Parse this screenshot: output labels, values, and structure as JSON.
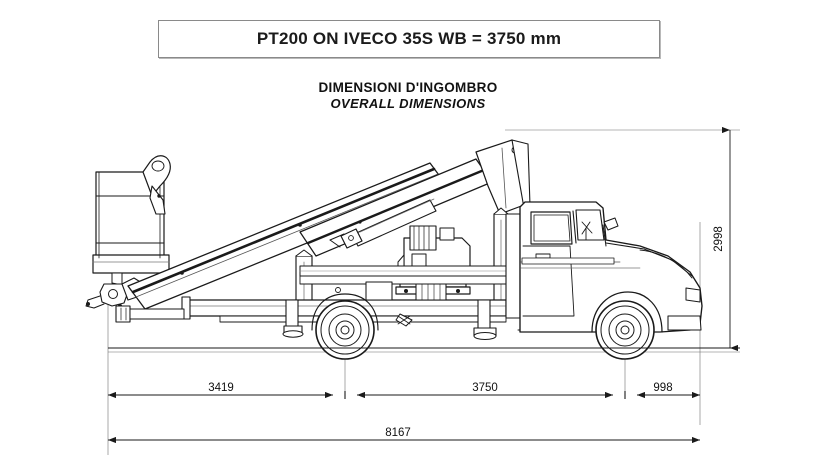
{
  "document": {
    "title": "PT200 ON IVECO 35S WB = 3750 mm",
    "subtitle_it": "DIMENSIONI D'INGOMBRO",
    "subtitle_en": "OVERALL DIMENSIONS",
    "background_color": "#ffffff",
    "line_color": "#1a1a1a"
  },
  "drawing": {
    "view": "side elevation",
    "subject": "aerial platform truck (PT200) mounted on Iveco 35S chassis",
    "components": [
      "work basket",
      "telescopic boom",
      "boom pivot turret",
      "chassis frame",
      "outrigger stabilizers",
      "rear wheel",
      "front wheel",
      "cab",
      "ground line"
    ]
  },
  "dimensions": {
    "unit": "mm",
    "horizontal": [
      {
        "label": "3419",
        "name": "rear-overhang"
      },
      {
        "label": "3750",
        "name": "wheelbase"
      },
      {
        "label": "998",
        "name": "front-overhang"
      }
    ],
    "total": {
      "label": "8167",
      "name": "overall-length"
    },
    "vertical": {
      "label": "2998",
      "name": "overall-height"
    }
  }
}
